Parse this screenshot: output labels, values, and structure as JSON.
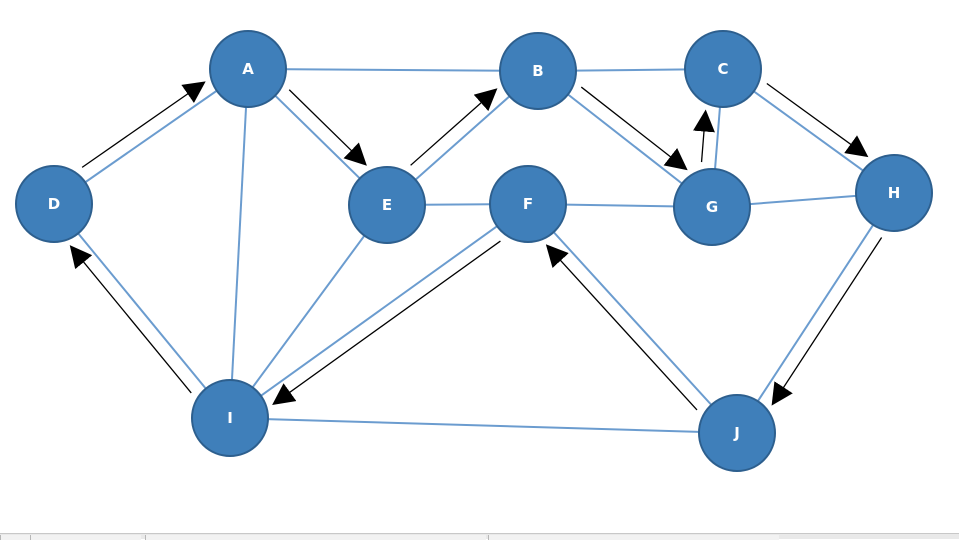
{
  "nodes": [
    {
      "id": "A",
      "label": "A"
    },
    {
      "id": "B",
      "label": "B"
    },
    {
      "id": "C",
      "label": "C"
    },
    {
      "id": "D",
      "label": "D"
    },
    {
      "id": "E",
      "label": "E"
    },
    {
      "id": "F",
      "label": "F"
    },
    {
      "id": "G",
      "label": "G"
    },
    {
      "id": "H",
      "label": "H"
    },
    {
      "id": "I",
      "label": "I"
    },
    {
      "id": "J",
      "label": "J"
    }
  ],
  "edges": [
    [
      "A",
      "B"
    ],
    [
      "A",
      "D"
    ],
    [
      "A",
      "E"
    ],
    [
      "A",
      "I"
    ],
    [
      "B",
      "C"
    ],
    [
      "B",
      "E"
    ],
    [
      "B",
      "G"
    ],
    [
      "C",
      "G"
    ],
    [
      "C",
      "H"
    ],
    [
      "D",
      "I"
    ],
    [
      "E",
      "F"
    ],
    [
      "E",
      "I"
    ],
    [
      "F",
      "G"
    ],
    [
      "F",
      "I"
    ],
    [
      "F",
      "J"
    ],
    [
      "G",
      "H"
    ],
    [
      "H",
      "J"
    ],
    [
      "I",
      "J"
    ]
  ],
  "path_arrows": [
    [
      "D",
      "A"
    ],
    [
      "A",
      "E"
    ],
    [
      "E",
      "B"
    ],
    [
      "B",
      "G"
    ],
    [
      "G",
      "C"
    ],
    [
      "C",
      "H"
    ],
    [
      "H",
      "J"
    ],
    [
      "J",
      "F"
    ],
    [
      "F",
      "I"
    ],
    [
      "I",
      "D"
    ]
  ],
  "colors": {
    "node_fill": "#3f7fba",
    "edge": "#6b9ccf",
    "arrow": "#000000",
    "label": "#ffffff"
  }
}
